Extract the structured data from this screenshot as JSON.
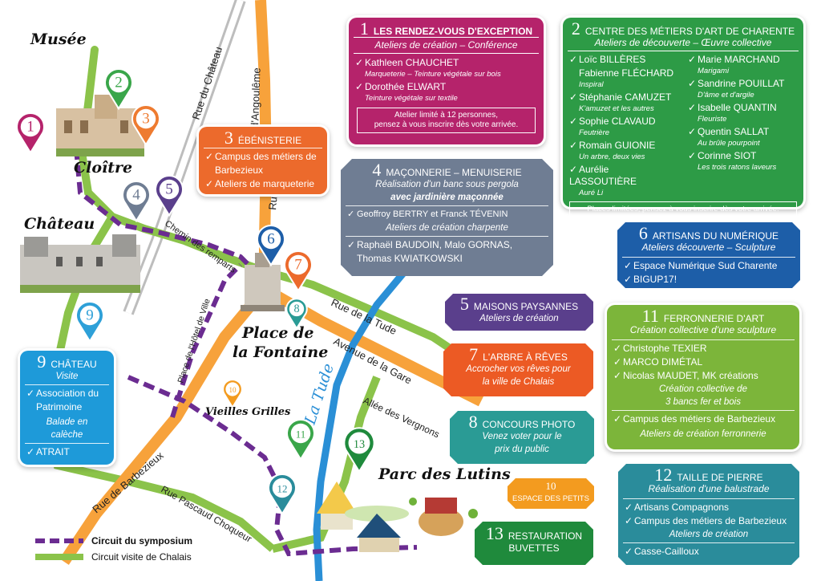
{
  "places": {
    "musee": "Musée",
    "cloitre": "Cloître",
    "chateau": "Château",
    "place_fontaine_1": "Place de",
    "place_fontaine_2": "la Fontaine",
    "vieilles_grilles": "Vieilles Grilles",
    "parc_lutins": "Parc des Lutins",
    "la_tude": "La Tude"
  },
  "streets": {
    "rue_chateau": "Rue du Château",
    "angouleme": "d'Angoulême",
    "ru": "Ru",
    "remparts": "Chemin des remparts",
    "hotel_ville": "Place de l'Hôtel de Ville",
    "rue_tude": "Rue de la Tude",
    "avenue_gare": "Avenue de la Gare",
    "allee_vergnons": "Allée des Vergnons",
    "barbezieux": "Rue  de  Barbezieux",
    "pascaud": "Rue Pascaud Choqueur"
  },
  "legend": {
    "symposium": "Circuit du symposium",
    "visite": "Circuit visite de Chalais"
  },
  "pins": [
    {
      "n": "1",
      "color": "#b5236b"
    },
    {
      "n": "2",
      "color": "#3aa64a"
    },
    {
      "n": "3",
      "color": "#ee7b30"
    },
    {
      "n": "4",
      "color": "#6f7d93"
    },
    {
      "n": "5",
      "color": "#5a3f8c"
    },
    {
      "n": "6",
      "color": "#1d5ea8"
    },
    {
      "n": "7",
      "color": "#ec6a2c"
    },
    {
      "n": "8",
      "color": "#2a9b95"
    },
    {
      "n": "9",
      "color": "#2ea0d8"
    },
    {
      "n": "10",
      "color": "#f39b1f"
    },
    {
      "n": "11",
      "color": "#3aa64a"
    },
    {
      "n": "12",
      "color": "#2a8c9b"
    },
    {
      "n": "13",
      "color": "#1f8a3c"
    }
  ],
  "cards": {
    "c1": {
      "num": "1",
      "title": "LES RENDEZ-VOUS D'EXCEPTION",
      "sub": "Ateliers de création – Conférence",
      "items": [
        {
          "name": "Kathleen CHAUCHET",
          "detail": "Marqueterie – Teinture végétale sur bois"
        },
        {
          "name": "Dorothée ELWART",
          "detail": "Teinture végétale sur textile"
        }
      ],
      "note1": "Atelier limité à 12 personnes,",
      "note2": "pensez à vous inscrire dès votre arrivée."
    },
    "c2": {
      "num": "2",
      "title": "CENTRE DES MÉTIERS D'ART DE CHARENTE",
      "sub": "Ateliers de découverte – Œuvre collective",
      "left": [
        {
          "name": "Loïc BILLÈRES",
          "name2": "Fabienne FLÉCHARD",
          "detail": "Inspiral"
        },
        {
          "name": "Stéphanie CAMUZET",
          "detail": "K'amuzet et les autres"
        },
        {
          "name": "Sophie CLAVAUD",
          "detail": "Feutrière"
        },
        {
          "name": "Romain GUIONIE",
          "detail": "Un arbre, deux vies"
        },
        {
          "name": "Aurélie LASSOUTIÈRE",
          "detail": "Auré Li"
        }
      ],
      "right": [
        {
          "name": "Marie MARCHAND",
          "detail": "Marigami"
        },
        {
          "name": "Sandrine POUILLAT",
          "detail": "D'âme et d'argile"
        },
        {
          "name": "Isabelle QUANTIN",
          "detail": "Fleuriste"
        },
        {
          "name": "Quentin SALLAT",
          "detail": "Au brûle pourpoint"
        },
        {
          "name": "Corinne SIOT",
          "detail": "Les trois ratons laveurs"
        }
      ],
      "note": "Places limitées, pensez à vous inscrire dès votre arrivée."
    },
    "c3": {
      "num": "3",
      "title": "ÉBÉNISTERIE",
      "items": [
        "Campus des métiers de",
        "Barbezieux",
        "Ateliers de marqueterie"
      ]
    },
    "c4": {
      "num": "4",
      "title": "MAÇONNERIE – MENUISERIE",
      "sub1": "Réalisation d'un banc sous pergola",
      "sub2": "avec jardinière maçonnée",
      "item1": "Geoffroy BERTRY et Franck TÉVENIN",
      "item1b": "Ateliers de création charpente",
      "item2": "Raphaël BAUDOIN, Malo GORNAS,",
      "item2b": "Thomas KWIATKOWSKI"
    },
    "c5": {
      "num": "5",
      "title": "MAISONS PAYSANNES",
      "sub": "Ateliers de création"
    },
    "c6": {
      "num": "6",
      "title": "ARTISANS DU NUMÉRIQUE",
      "sub": "Ateliers découverte – Sculpture",
      "items": [
        "Espace Numérique Sud Charente",
        "BIGUP17!"
      ]
    },
    "c7": {
      "num": "7",
      "title": "L'ARBRE À RÊVES",
      "sub1": "Accrocher vos rêves pour",
      "sub2": "la ville de Chalais"
    },
    "c8": {
      "num": "8",
      "title": "CONCOURS PHOTO",
      "sub1": "Venez voter pour le",
      "sub2": "prix du public"
    },
    "c9": {
      "num": "9",
      "title": "CHÂTEAU",
      "sub": "Visite",
      "item1a": "Association du",
      "item1b": "Patrimoine",
      "mid1": "Balade en",
      "mid2": "calèche",
      "item2": "ATRAIT"
    },
    "c10": {
      "num": "10",
      "title": "ESPACE DES PETITS"
    },
    "c11": {
      "num": "11",
      "title": "FERRONNERIE D'ART",
      "sub": "Création collective d'une sculpture",
      "items": [
        "Christophe TEXIER",
        "MARCO DIMÉTAL",
        "Nicolas MAUDET, MK créations"
      ],
      "mid1": "Création collective de",
      "mid2": "3 bancs fer et bois",
      "item4": "Campus des métiers de Barbezieux",
      "end": "Ateliers de création ferronnerie"
    },
    "c12": {
      "num": "12",
      "title": "TAILLE DE PIERRE",
      "sub": "Réalisation d'une balustrade",
      "item1": "Artisans Compagnons",
      "item2": "Campus des métiers de Barbezieux",
      "mid": "Ateliers de création",
      "item3": "Casse-Cailloux"
    },
    "c13": {
      "num": "13",
      "title1": "RESTAURATION",
      "title2": "BUVETTES"
    }
  }
}
